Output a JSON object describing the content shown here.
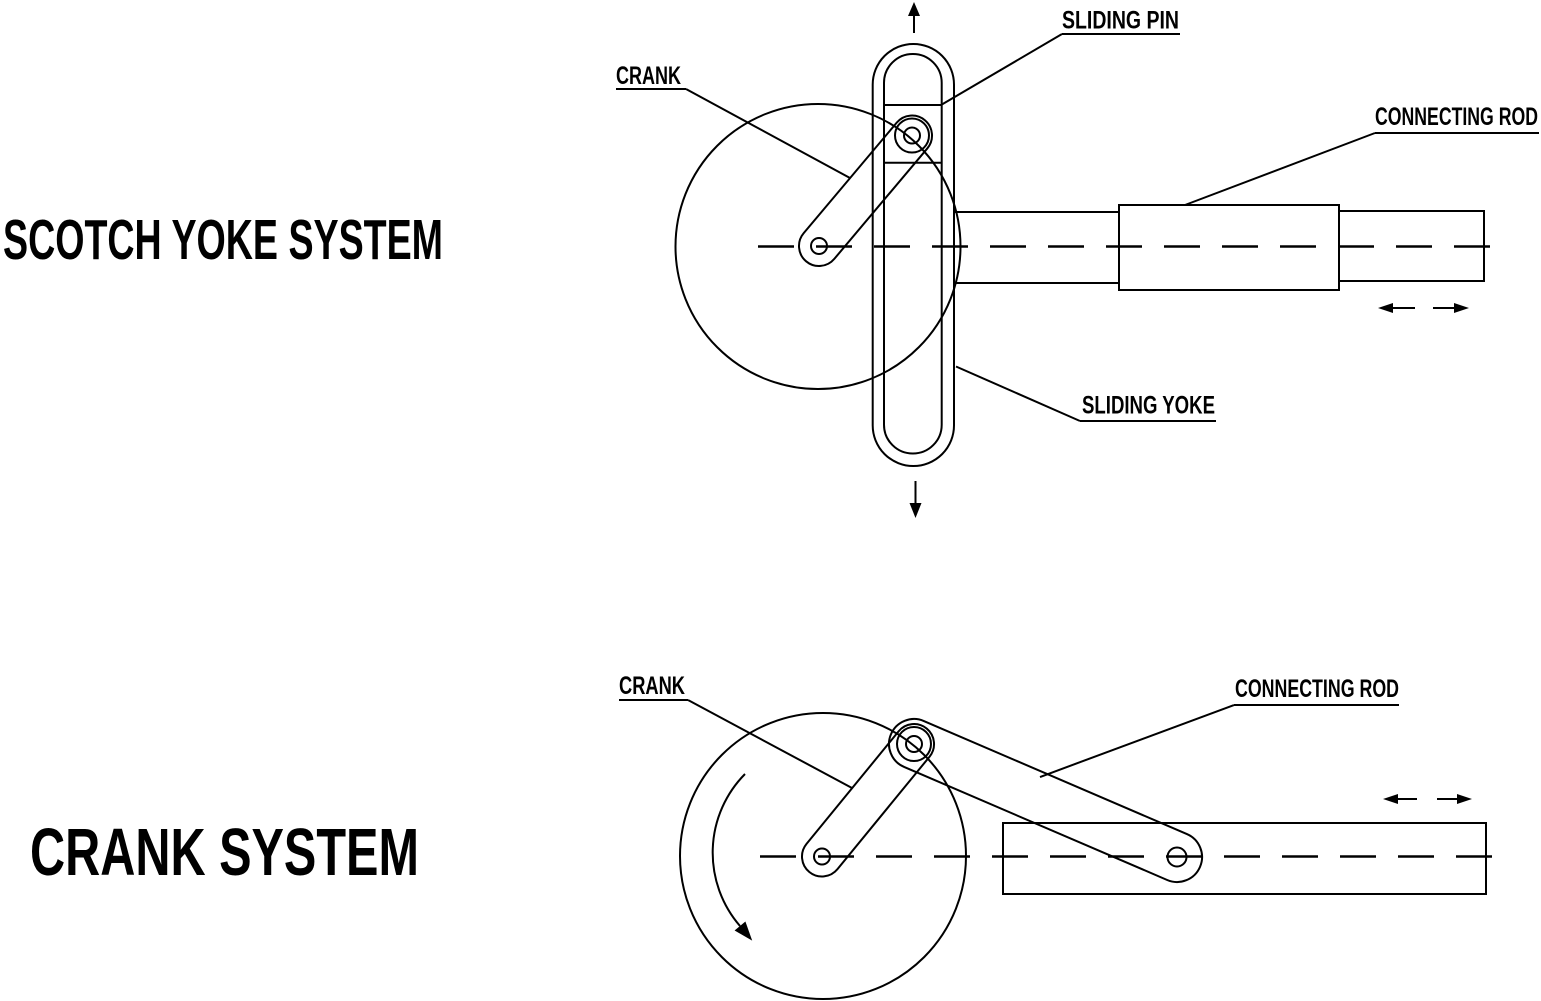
{
  "canvas": {
    "background": "#ffffff",
    "line_color": "#000000"
  },
  "scotch_yoke": {
    "title": "SCOTCH YOKE SYSTEM",
    "labels": {
      "crank": "CRANK",
      "sliding_pin": "SLIDING PIN",
      "connecting_rod": "CONNECTING ROD",
      "sliding_yoke": "SLIDING YOKE"
    },
    "motion_indicators": {
      "yoke_up": "up-arrow",
      "yoke_down": "down-arrow",
      "rod": "left-right-arrows"
    }
  },
  "crank_system": {
    "title": "CRANK SYSTEM",
    "labels": {
      "crank": "CRANK",
      "connecting_rod": "CONNECTING ROD"
    },
    "motion_indicators": {
      "crank_rotation": "counterclockwise-arc-arrow",
      "rod": "left-right-arrows"
    }
  }
}
